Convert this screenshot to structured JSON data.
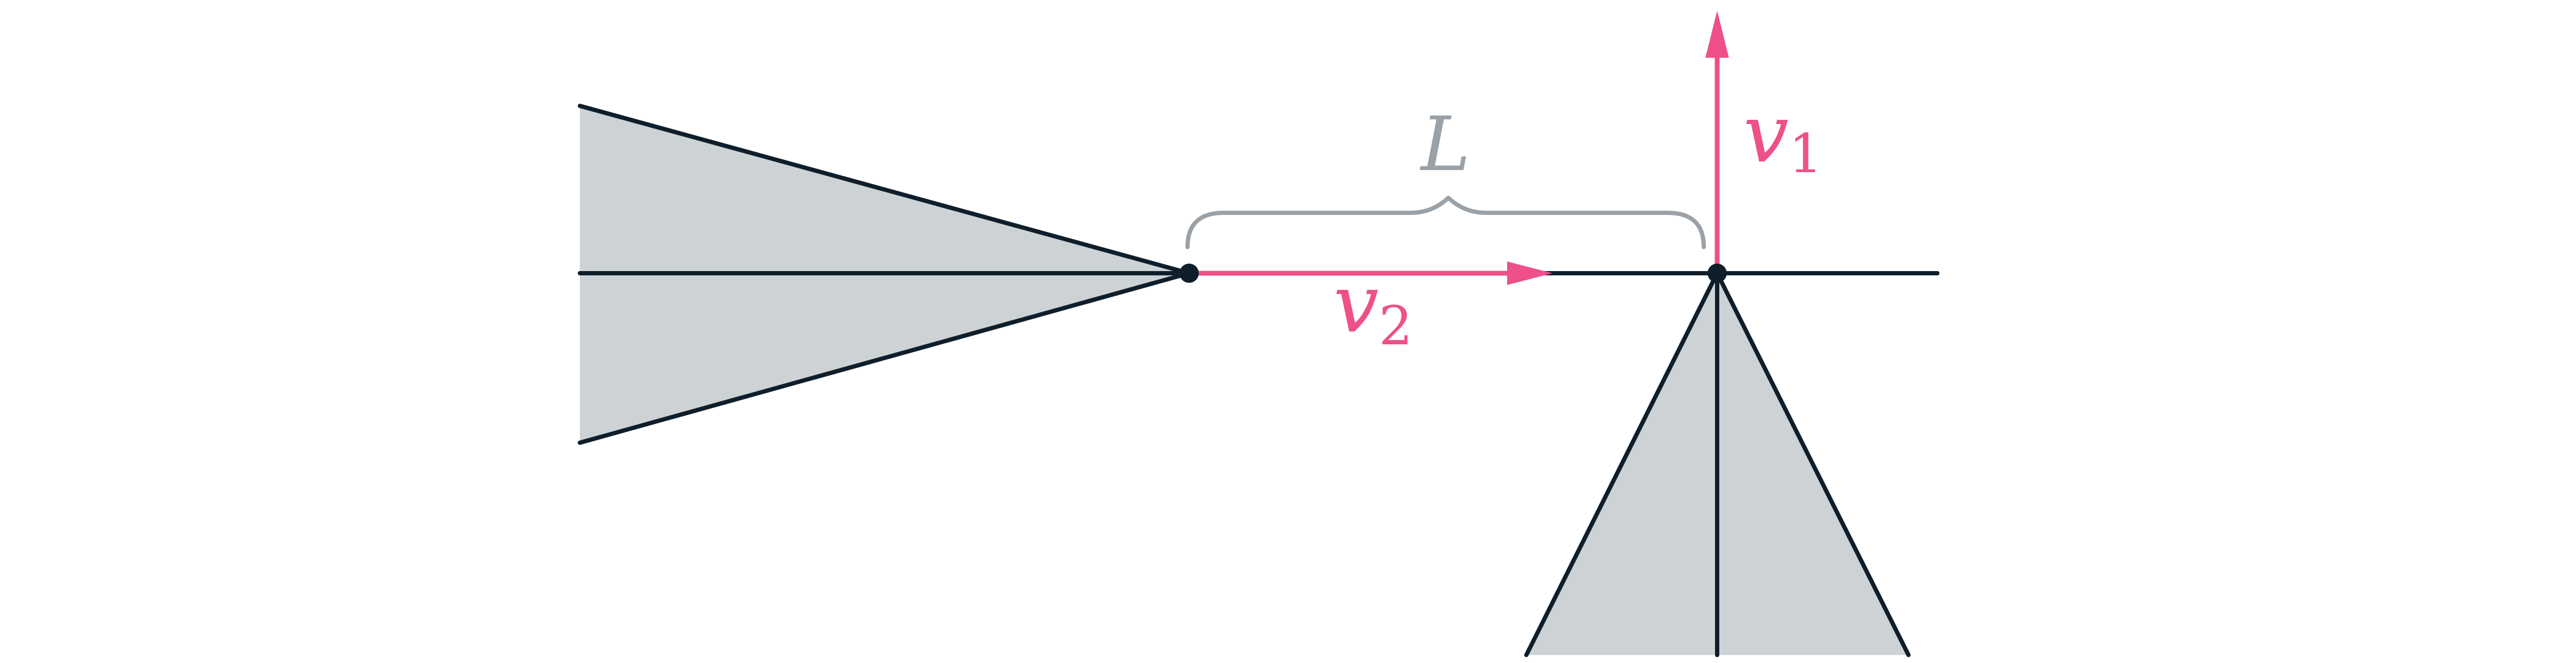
{
  "labels": {
    "length": "L",
    "v1_base": "v",
    "v1_sub": "1",
    "v2_base": "v",
    "v2_sub": "2"
  },
  "colors": {
    "cone_fill": "#cdd2d5",
    "line": "#0f1e2b",
    "vector": "#ee5089",
    "brace": "#9aa1a7",
    "background": "#ffffff"
  }
}
